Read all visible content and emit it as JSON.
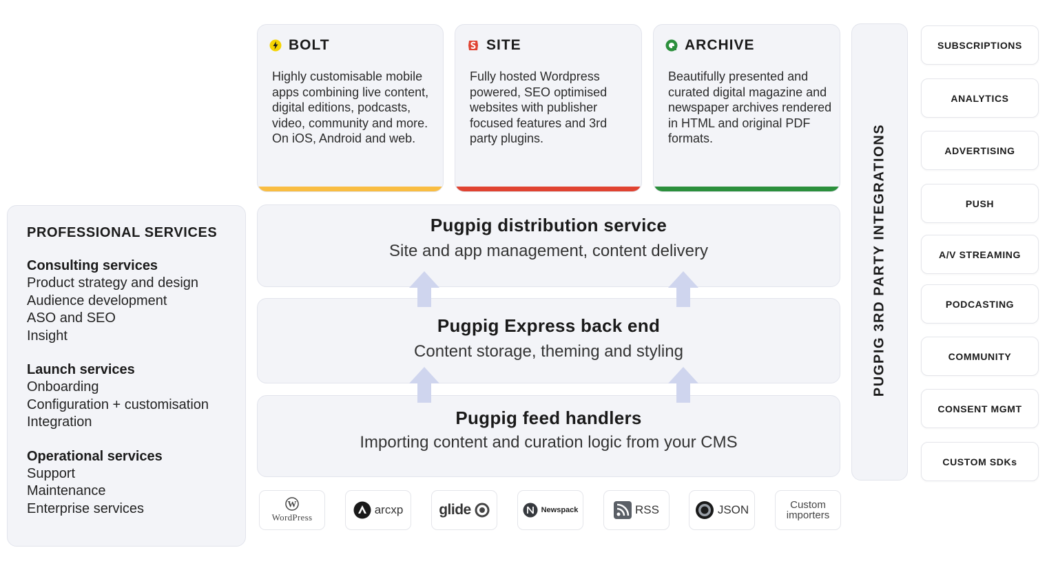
{
  "professional_services": {
    "title": "PROFESSIONAL SERVICES",
    "groups": [
      {
        "title": "Consulting services",
        "items": [
          "Product strategy and design",
          "Audience development",
          "ASO and SEO",
          "Insight"
        ]
      },
      {
        "title": "Launch services",
        "items": [
          "Onboarding",
          "Configuration + customisation",
          "Integration"
        ]
      },
      {
        "title": "Operational services",
        "items": [
          "Support",
          "Maintenance",
          "Enterprise services"
        ]
      }
    ]
  },
  "products": [
    {
      "title": "BOLT",
      "icon": "bolt-icon",
      "color": "#f9bd42",
      "desc": "Highly customisable mobile apps combining live content, digital editions, podcasts, video, community and more. On iOS, Android and web."
    },
    {
      "title": "SITE",
      "icon": "site-icon",
      "color": "#e04331",
      "desc": "Fully hosted Wordpress powered, SEO optimised websites with publisher focused features and 3rd party plugins."
    },
    {
      "title": "ARCHIVE",
      "icon": "archive-icon",
      "color": "#2b8f3c",
      "desc": "Beautifully presented and curated digital magazine and newspaper archives rendered in HTML and original PDF formats."
    }
  ],
  "layers": {
    "distribution": {
      "title": "Pugpig distribution service",
      "subtitle": "Site and app management, content delivery"
    },
    "express": {
      "title": "Pugpig Express back end",
      "subtitle": "Content storage, theming and styling"
    },
    "feed": {
      "title": "Pugpig feed handlers",
      "subtitle": "Importing content and curation logic from your CMS"
    }
  },
  "integrations": {
    "title": "PUGPIG 3RD PARTY INTEGRATIONS",
    "items": [
      "SUBSCRIPTIONS",
      "ANALYTICS",
      "ADVERTISING",
      "PUSH",
      "A/V STREAMING",
      "PODCASTING",
      "COMMUNITY",
      "CONSENT MGMT",
      "CUSTOM SDKs"
    ]
  },
  "sources": {
    "wordpress": "WordPress",
    "arcxp": "arcxp",
    "glide": "glide",
    "newspack": "Newspack",
    "rss": "RSS",
    "json": "JSON",
    "custom": [
      "Custom",
      "importers"
    ]
  },
  "colors": {
    "arrow": "#cfd5ee",
    "panel": "#f3f4f8"
  }
}
